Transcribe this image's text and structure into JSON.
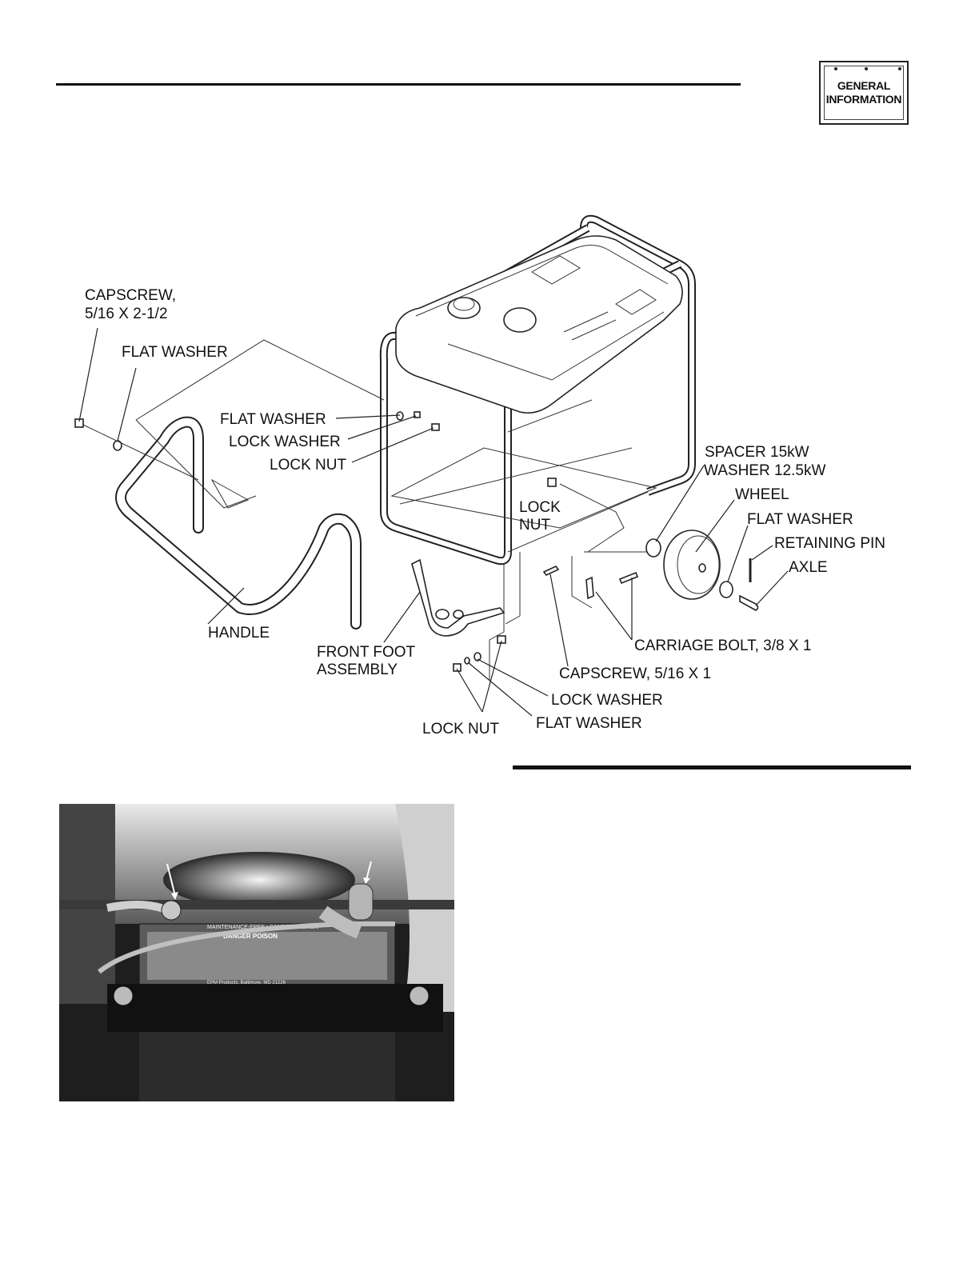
{
  "tab": {
    "line1": "GENERAL",
    "line2": "INFORMATION"
  },
  "labels": {
    "capscrew_516_line1": "CAPSCREW,",
    "capscrew_516_line2": "5/16 X 2-1/2",
    "flat_washer_handle": "FLAT WASHER",
    "flat_washer_frame": "FLAT WASHER",
    "lock_washer_frame": "LOCK WASHER",
    "lock_nut_frame": "LOCK NUT",
    "spacer": "SPACER 15kW",
    "washer_125": "WASHER 12.5kW",
    "wheel": "WHEEL",
    "flat_washer_wheel": "FLAT WASHER",
    "retaining_pin": "RETAINING PIN",
    "axle": "AXLE",
    "lock_nut_axle_line1": "LOCK",
    "lock_nut_axle_line2": "NUT",
    "handle": "HANDLE",
    "front_foot_line1": "FRONT FOOT",
    "front_foot_line2": "ASSEMBLY",
    "carriage_bolt": "CARRIAGE BOLT, 3/8 X 1",
    "capscrew_short": "CAPSCREW, 5/16 X 1",
    "lock_washer_foot": "LOCK WASHER",
    "lock_nut_foot": "LOCK NUT",
    "flat_washer_foot": "FLAT WASHER"
  },
  "photo": {
    "battery_text_1": "MAINTENANCE-FREE • SANS ENTRETIEN",
    "battery_text_2": "DANGER POISON",
    "battery_text_3": "EPM Products, Baltimore, MD 21226"
  },
  "colors": {
    "ink": "#111111",
    "paper": "#ffffff"
  }
}
